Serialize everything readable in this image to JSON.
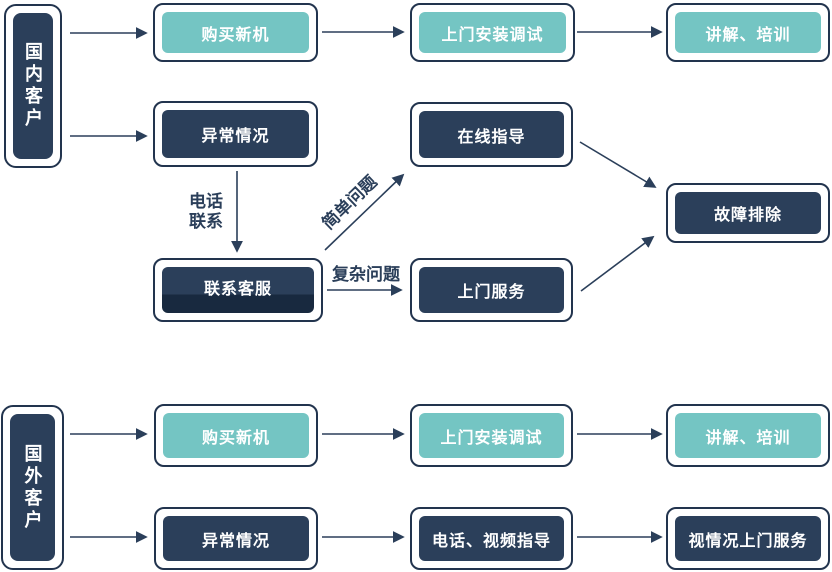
{
  "colors": {
    "teal_fill": "#74c5c3",
    "navy_fill": "#2b3f5a",
    "navy_dark_band": "#18293f",
    "node_border": "#22344e",
    "arrow": "#2b3f5a",
    "canvas_background": "#ffffff",
    "node_text": "#ffffff",
    "edge_label_text": "#2b3f5a"
  },
  "domestic": {
    "customer": {
      "label": "国内客户"
    },
    "buy_new": {
      "label": "购买新机"
    },
    "onsite_install": {
      "label": "上门安装调试"
    },
    "training": {
      "label": "讲解、培训"
    },
    "abnormal": {
      "label": "异常情况"
    },
    "online_guidance": {
      "label": "在线指导"
    },
    "contact_support": {
      "label": "联系客服"
    },
    "onsite_service": {
      "label": "上门服务"
    },
    "troubleshooting": {
      "label": "故障排除"
    }
  },
  "overseas": {
    "customer": {
      "label": "国外客户"
    },
    "buy_new": {
      "label": "购买新机"
    },
    "onsite_install": {
      "label": "上门安装调试"
    },
    "training": {
      "label": "讲解、培训"
    },
    "abnormal": {
      "label": "异常情况"
    },
    "phone_video_guidance": {
      "label": "电话、视频指导"
    },
    "conditional_onsite_service": {
      "label": "视情况上门服务"
    }
  },
  "edge_labels": {
    "phone_contact_line1": "电话",
    "phone_contact_line2": "联系",
    "simple_issue": "简单问题",
    "complex_issue": "复杂问题"
  }
}
